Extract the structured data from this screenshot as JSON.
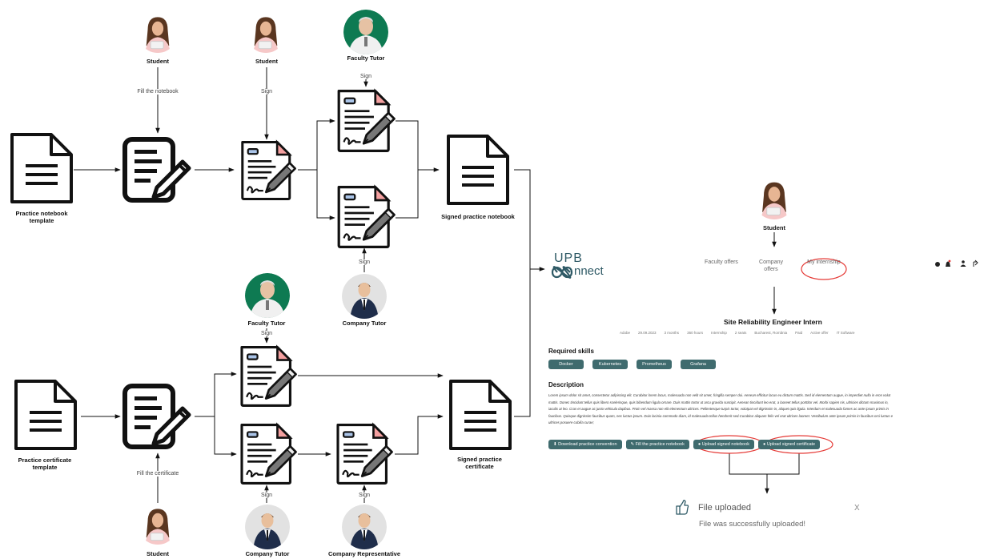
{
  "diagram": {
    "actors": {
      "student": "Student",
      "faculty_tutor": "Faculty Tutor",
      "company_tutor": "Company Tutor",
      "company_representative": "Company Representative"
    },
    "documents": {
      "notebook_template": "Practice notebook template",
      "certificate_template": "Practice certificate template",
      "signed_notebook": "Signed practice notebook",
      "signed_certificate": "Signed practice certificate"
    },
    "actions": {
      "fill_notebook": "Fill the notebook",
      "fill_certificate": "Fill the certificate",
      "sign": "Sign"
    }
  },
  "app": {
    "logo_top": "UPB",
    "logo_bottom": "nnect",
    "student_label": "Student",
    "nav": [
      {
        "label": "Faculty offers"
      },
      {
        "label": "Company offers"
      },
      {
        "label": "My internship",
        "highlighted": true
      }
    ],
    "job": {
      "title": "Site Reliability Engineer Intern",
      "meta": [
        "Adobe",
        "29.09.2023",
        "3 months",
        "360 hours",
        "Internship",
        "2 seats",
        "Bucharest, România",
        "Paid",
        "Active offer",
        "IT Software"
      ]
    },
    "required_skills_heading": "Required skills",
    "skills": [
      "Docker",
      "Kubernetes",
      "Prometheus",
      "Grafana"
    ],
    "description_heading": "Description",
    "description_lines": [
      "Lorem ipsum dolor sit amet, consectetur adipiscing elit. Curabitur lorem lacus, malesuada non velit sit amet, fringilla semper dui. Aenean efficitur lacus eu dictum mattis. Sed id elementum augue, in imperdiet nulla in eros volut",
      "mattis. Donec tincidunt tellus quis libero scelerisque, quis bibendum ligula ornare. Duis mattis tortor ut arcu gravida suscipit. Aenean tincidunt leo erat, a laoreet tellus porttitor vel. Morbi sapien nis, ultricies dictum maximus in,",
      "iaculis at leo. Cras et augue ac justo vehicula dapibus. Proin vel massa non elit elementum ultrices. Pellentesque turpis tortor, volutpat vel dignissim in, aliquet quis ligula. Interdum et malesuada fames ac ante ipsum primis in",
      "faucibus. Quisque dignissim faucibus quam, nec luctus ipsum. Duis lacinia commodo diam, id malesuada tellus hendrerit sed.Curabitur aliquam felis vel erat ultrices laoreet. Vestibulum ante ipsum primis in faucibus orci luctus e",
      "ultrices posuere cubilia curae;"
    ],
    "buttons": [
      {
        "label": "Download practice convention",
        "icon": "download-icon"
      },
      {
        "label": "Fill the practice notebook",
        "icon": "pencil-icon"
      },
      {
        "label": "Upload signed notebook",
        "icon": "user-icon",
        "highlighted": true
      },
      {
        "label": "Upload signed certificate",
        "icon": "user-icon",
        "highlighted": true
      }
    ],
    "toast": {
      "title": "File uploaded",
      "message": "File was successfully uploaded!",
      "close": "X"
    },
    "colors": {
      "accent": "#3f6b6e",
      "highlight": "#e53935"
    }
  }
}
